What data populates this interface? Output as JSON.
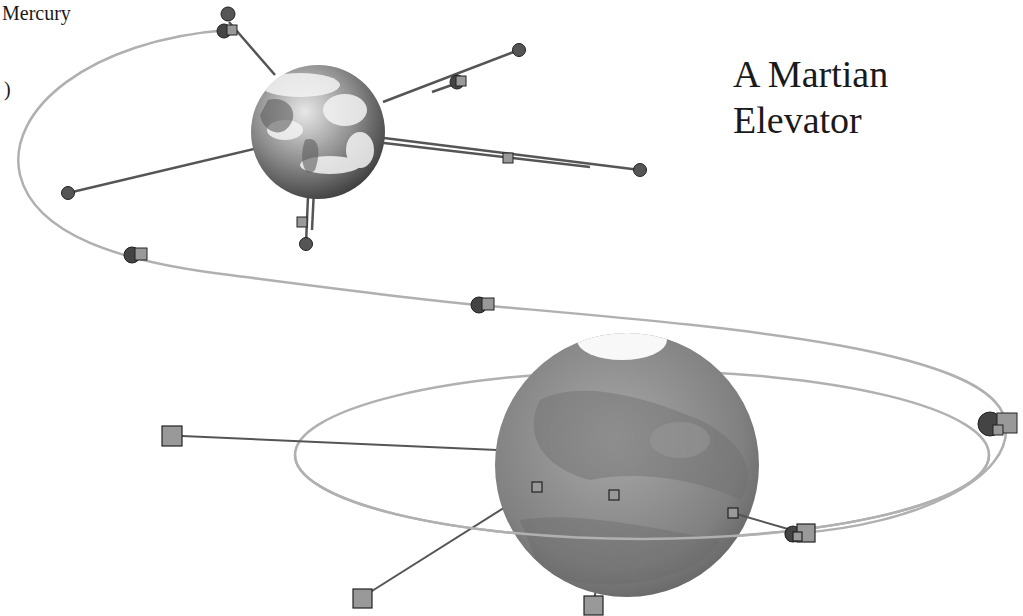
{
  "diagram": {
    "title": "A Martian Elevator",
    "labels": [
      "Mercury",
      ")"
    ]
  }
}
